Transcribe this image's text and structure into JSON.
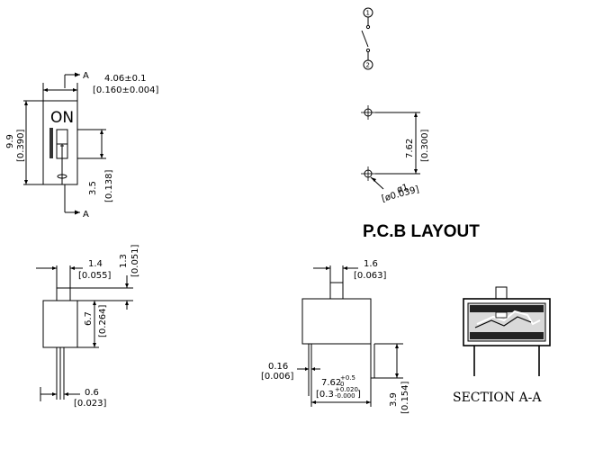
{
  "top_view": {
    "section_mark_top": "A",
    "section_mark_bottom": "A",
    "width_mm": "4.06±0.1",
    "width_in": "[0.160±0.004]",
    "height_mm": "9.9",
    "height_in": "[0.390]",
    "actuator_mm": "3.5",
    "actuator_in": "[0.138]",
    "on_label": "ON"
  },
  "schematic": {
    "pin1": "1",
    "pin2": "2"
  },
  "pcb": {
    "pitch_mm": "7.62",
    "pitch_in": "[0.300]",
    "hole_mm": "ø1",
    "hole_in": "[ø0.039]",
    "title": "P.C.B LAYOUT"
  },
  "side_view": {
    "lever_mm": "1.4",
    "lever_in": "[0.055]",
    "lever_h_mm": "1.3",
    "lever_h_in": "[0.051]",
    "body_mm": "6.7",
    "body_in": "[0.264]",
    "pin_mm": "0.6",
    "pin_in": "[0.023]"
  },
  "front_view": {
    "lever_mm": "1.6",
    "lever_in": "[0.063]",
    "pin_thk_mm": "0.16",
    "pin_thk_in": "[0.006]",
    "pitch_mm": "7.62",
    "pitch_tol_mm": "+0.5",
    "pitch_tol_mm_lower": "0",
    "pitch_in": "[0.3",
    "pitch_tol_in": "+0.020",
    "pitch_tol_in_lower": "-0.000",
    "pitch_in_close": "]",
    "pin_len_mm": "3.9",
    "pin_len_in": "[0.154]"
  },
  "section": {
    "label": "SECTION  A-A"
  }
}
